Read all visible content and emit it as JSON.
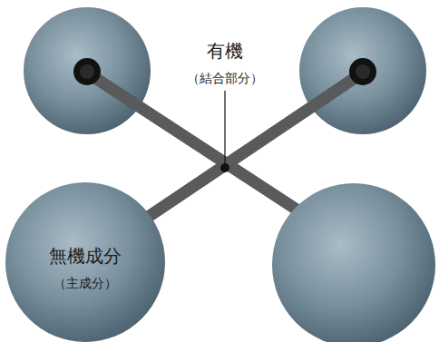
{
  "diagram": {
    "nodes": [
      {
        "text": [
          "無機成分",
          "（主成分）"
        ]
      }
    ],
    "labels": [
      "有機",
      "（結合部分）"
    ]
  }
}
